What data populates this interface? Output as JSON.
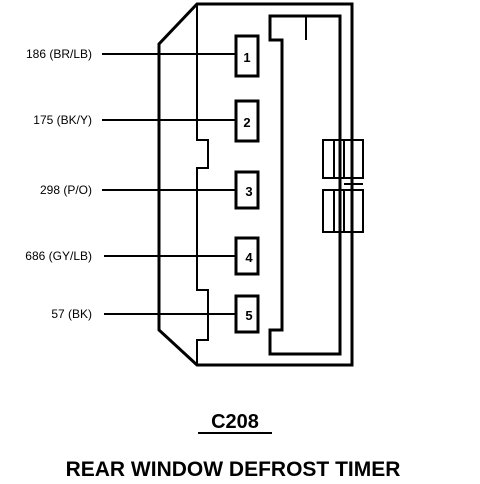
{
  "connector": {
    "id": "C208",
    "component_name": "REAR WINDOW DEFROST TIMER"
  },
  "pins": [
    {
      "number": "1",
      "wire": "186 (BR/LB)"
    },
    {
      "number": "2",
      "wire": "175 (BK/Y)"
    },
    {
      "number": "3",
      "wire": "298 (P/O)"
    },
    {
      "number": "4",
      "wire": "686 (GY/LB)"
    },
    {
      "number": "5",
      "wire": "57 (BK)"
    }
  ],
  "colors": {
    "ink": "#000000",
    "background": "#ffffff"
  }
}
